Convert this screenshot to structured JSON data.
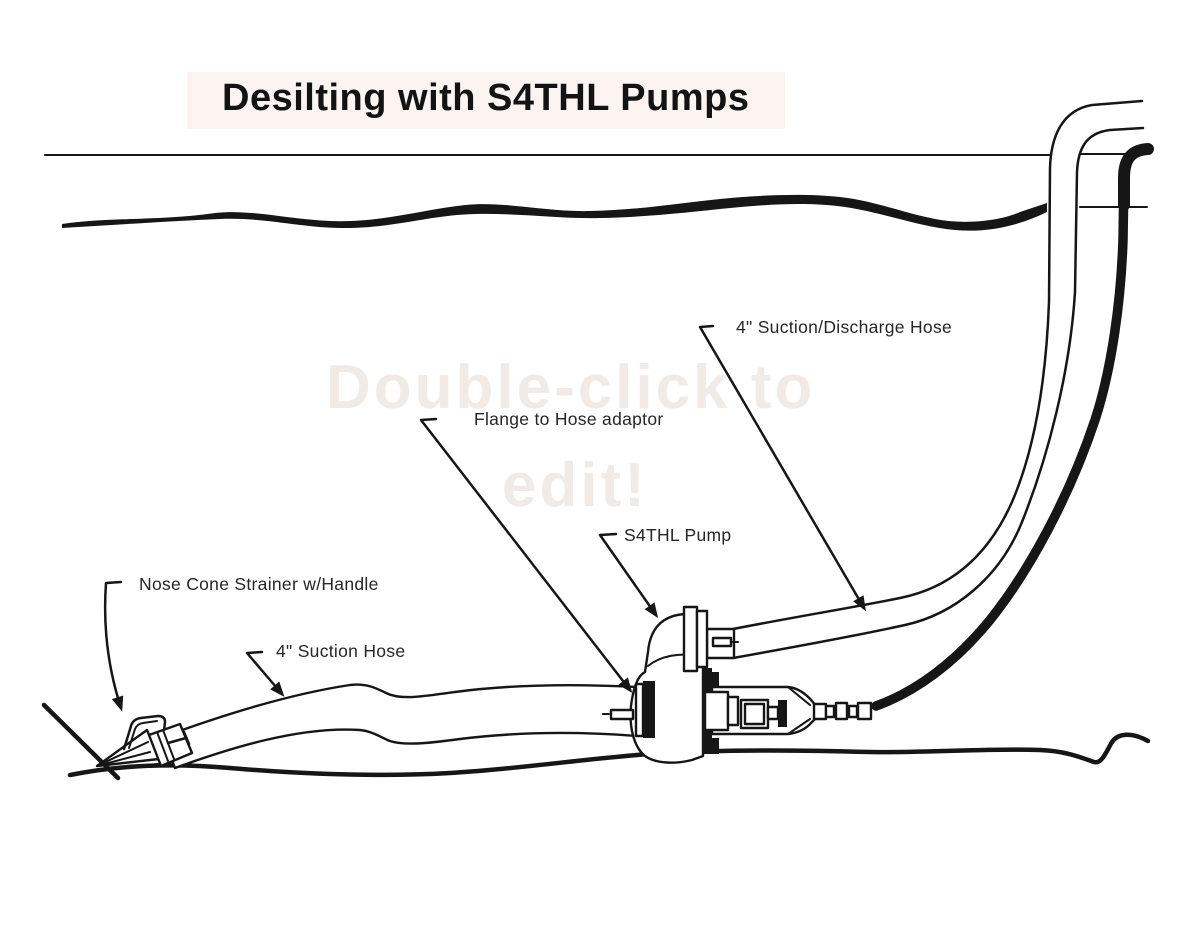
{
  "title": {
    "text": "Desilting with S4THL Pumps"
  },
  "watermark": {
    "line1": "Double-click to",
    "line2": "edit!"
  },
  "callouts": [
    {
      "id": "suction-discharge-hose",
      "label": "4\" Suction/Discharge Hose"
    },
    {
      "id": "flange-to-hose-adaptor",
      "label": "Flange to Hose adaptor"
    },
    {
      "id": "s4thl-pump",
      "label": "S4THL Pump"
    },
    {
      "id": "nose-cone-strainer",
      "label": "Nose Cone Strainer w/Handle"
    },
    {
      "id": "suction-hose",
      "label": "4\" Suction Hose"
    }
  ],
  "colors": {
    "ink": "#161616",
    "title_bg": "#fbf4f1",
    "watermark": "#f0ebe7",
    "canvas": "#ffffff"
  }
}
